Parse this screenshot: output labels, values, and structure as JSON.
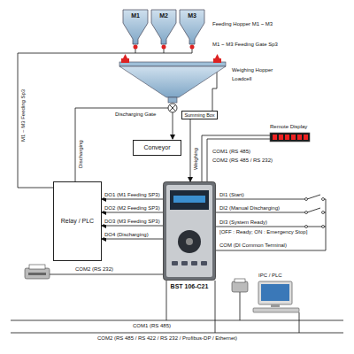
{
  "diagram": {
    "nodes": [
      {
        "text": [
          "M1"
        ]
      },
      {
        "text": [
          "M2"
        ]
      },
      {
        "text": [
          "M3"
        ]
      },
      {
        "text": [
          "Summing Box"
        ]
      },
      {
        "text": [
          "Conveyor"
        ]
      },
      {
        "text": [
          "Relay / PLC"
        ]
      },
      {
        "text": [
          "BST 106-C21"
        ]
      }
    ],
    "edges": [
      {
        "from": 6,
        "to": 5,
        "arrow": "to",
        "label": "DO1 (M1 Feeding SP3)"
      },
      {
        "from": 6,
        "to": 5,
        "arrow": "to",
        "label": "DO2 (M2 Feeding SP3)"
      },
      {
        "from": 6,
        "to": 5,
        "arrow": "to",
        "label": "DO3 (M3 Feeding SP3)"
      },
      {
        "from": 6,
        "to": 5,
        "arrow": "to",
        "label": "DO4 (Discharging)"
      },
      {
        "from": 3,
        "to": 6,
        "arrow": "to",
        "label": "Weighing"
      }
    ],
    "labels": [
      "Feeding Hopper M1 ~ M3",
      "M1 ~ M3 Feeding Gate Sp3",
      "Weighing Hopper",
      "Loadcell",
      "Discharging Gate",
      "Remote Display",
      "M1 ~ M3 Feeding Sp3",
      "Discharging",
      "COM1 (RS 485)",
      "COM2 (RS 485 / RS 232)",
      "DI1 (Start)",
      "DI2 (Manual Discharging)",
      "DI3 (System Ready)",
      "[OFF : Ready; ON : Emergency Stop]",
      "COM (DI Common Terminal)",
      "COM2 (RS 232)",
      "IPC / PLC",
      "COM1 (RS 485)",
      "COM2 (RS 485 / RS 422 / RS 232 / Profibus-DP / Ethernet)"
    ]
  }
}
